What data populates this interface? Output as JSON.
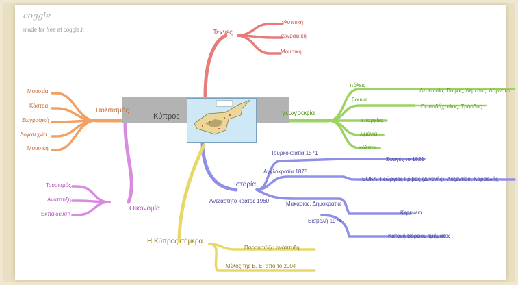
{
  "brand": {
    "name": "coggle",
    "tagline": "made for free at coggle.it"
  },
  "colors": {
    "red": "#e87c7a",
    "orange": "#f2a064",
    "green": "#9bd461",
    "purple": "#d98be0",
    "blue": "#8f8fe8",
    "yellow": "#e8d86a"
  },
  "central": {
    "title": "Κύπρος",
    "image_icon": "cyprus-map-image"
  },
  "branches": {
    "texnes": {
      "label": "Τέχνες",
      "children": [
        "γλυπτική",
        "ζωγραφική",
        "Μουσική"
      ]
    },
    "politismos": {
      "label": "Πολιτισμός",
      "children": [
        "Μουσεία",
        "Κάστρα",
        "Ζωγραφική",
        "Λογοτεχνία",
        "Μουσική"
      ]
    },
    "geografia": {
      "label": "γεωγραφία",
      "children": [
        {
          "label": "πόλεις",
          "detail": "Λευκωσία, Πάφος, Λεμεσός, Λάρνακα"
        },
        {
          "label": "βουνά",
          "detail": "Πενταδάχτυλος, Τρόοδος"
        },
        {
          "label": "επαρχίες"
        },
        {
          "label": "λιμάνια"
        },
        {
          "label": "κόλποι"
        }
      ]
    },
    "oikonomia": {
      "label": "Οικονομία",
      "children": [
        "Τουρισμός",
        "Ανάπτυξη",
        "Εκπαίδευση"
      ]
    },
    "istoria": {
      "label": "Ιστορία",
      "children": [
        {
          "label": "Τουρκοκρατία 1571",
          "detail": "Σφαγές το 1821"
        },
        {
          "label": "Αγγλοκρατία 1878",
          "detail": "ΕΟΚΑ, Γεώργιος Γρίβας (Διγενής), Αυξεντίου, Καραολής"
        },
        {
          "label": "Ανεξάρτητο κράτος 1960",
          "detail": "Μακάριος, Δημοκρατία"
        },
        {
          "label": "Εισβολή 1974",
          "details": [
            "Κερύνεια",
            "Κατοχή Βόρειου τμήματος"
          ]
        }
      ]
    },
    "simera": {
      "label": "Η Κύπρος σήμερα",
      "children": [
        "Παρουσιάζει ανάπτυξη",
        "Μέλος της Ε. Ε. από το 2004"
      ]
    }
  }
}
